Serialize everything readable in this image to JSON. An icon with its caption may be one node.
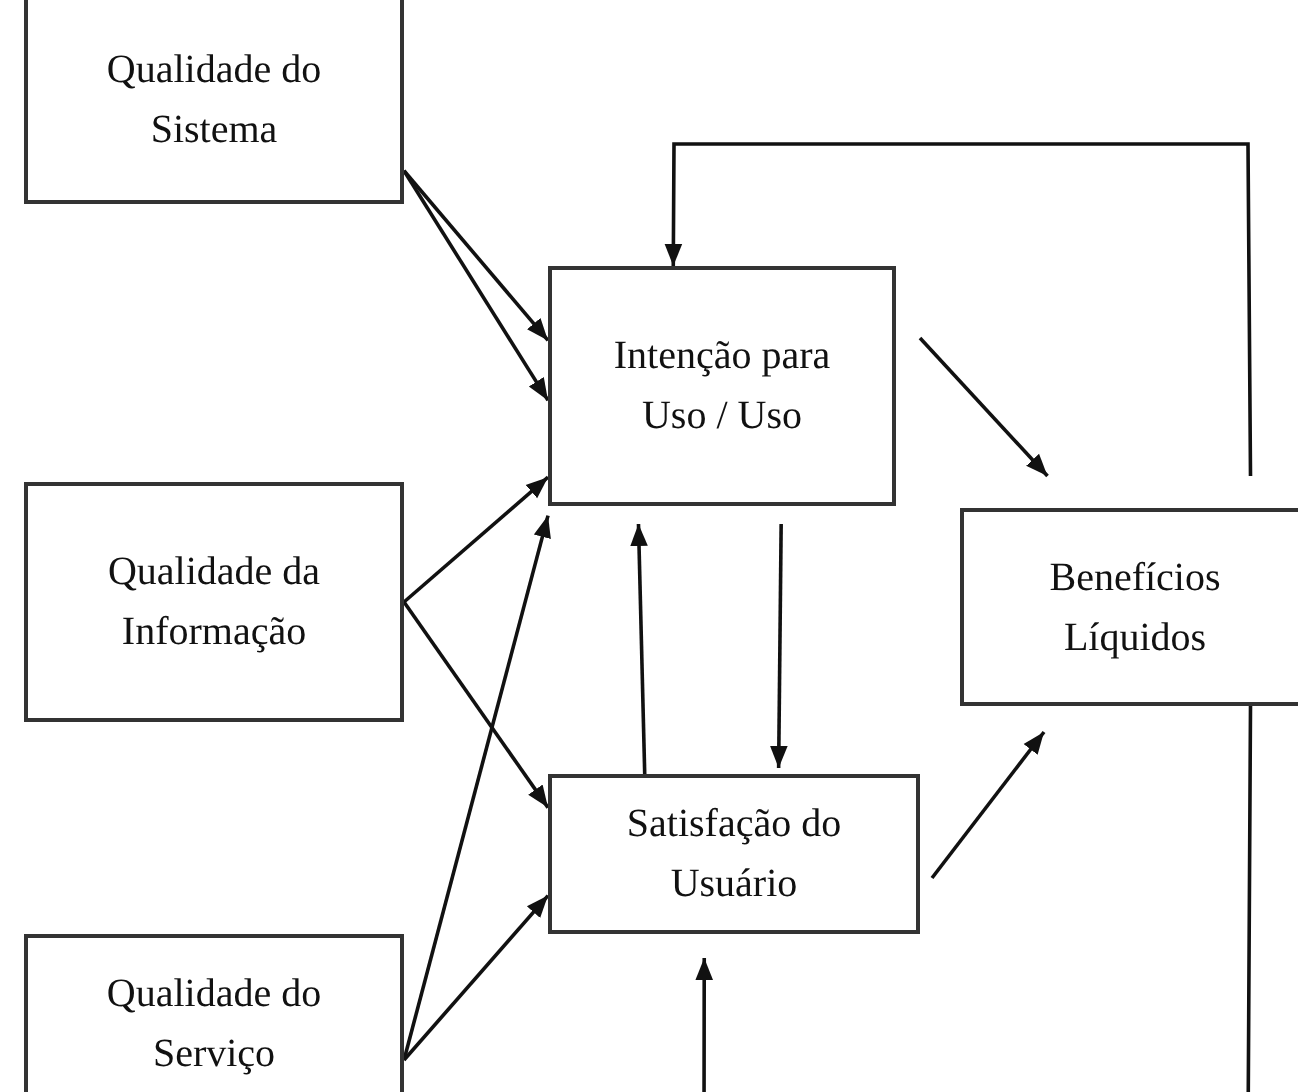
{
  "diagram": {
    "nodes": [
      {
        "text": [
          "Qualidade do Sistema"
        ]
      },
      {
        "text": [
          "Qualidade da Informação"
        ]
      },
      {
        "text": [
          "Qualidade do Serviço"
        ]
      },
      {
        "text": [
          "Intenção para Uso / Uso"
        ]
      },
      {
        "text": [
          "Satisfação do Usuário"
        ]
      },
      {
        "text": [
          "Benefícios Líquidos"
        ]
      }
    ],
    "edges": [
      {
        "from": 0,
        "to": 3,
        "arrow": "to"
      },
      {
        "from": 0,
        "to": 3,
        "arrow": "to"
      },
      {
        "from": 1,
        "to": 3,
        "arrow": "to"
      },
      {
        "from": 1,
        "to": 4,
        "arrow": "to"
      },
      {
        "from": 2,
        "to": 3,
        "arrow": "to"
      },
      {
        "from": 2,
        "to": 4,
        "arrow": "to"
      },
      {
        "from": 3,
        "to": 5,
        "arrow": "to"
      },
      {
        "from": 4,
        "to": 5,
        "arrow": "to"
      },
      {
        "from": 4,
        "to": 3,
        "arrow": "to"
      },
      {
        "from": 3,
        "to": 4,
        "arrow": "to"
      },
      {
        "from": 5,
        "to": 3,
        "arrow": "to"
      },
      {
        "from": 5,
        "to": 4,
        "arrow": "to"
      }
    ]
  }
}
